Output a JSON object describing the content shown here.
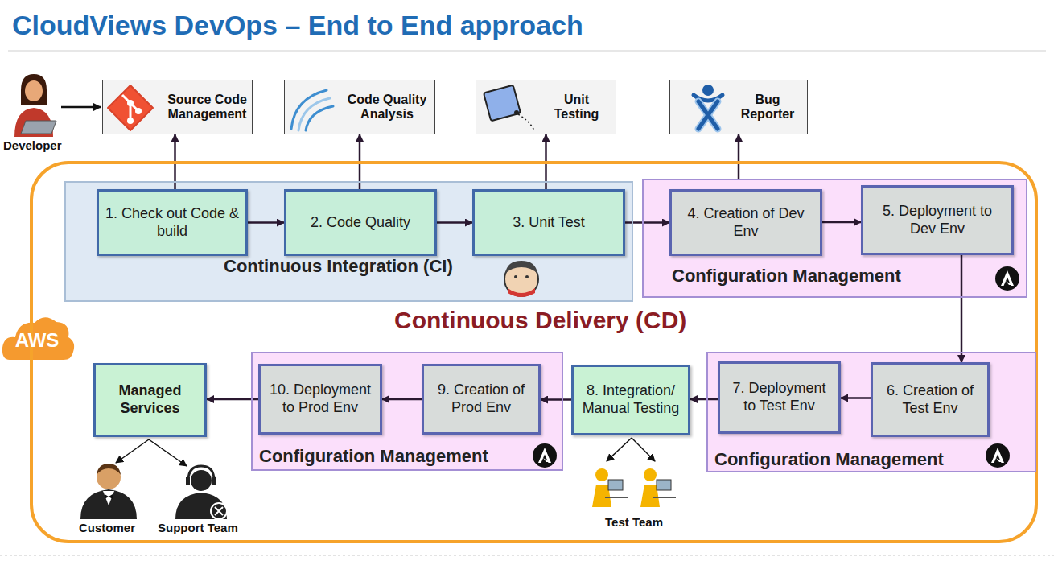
{
  "diagram": {
    "title": "CloudViews DevOps – End to End approach",
    "nodes": [
      {
        "text": [
          "Source Code Management"
        ]
      },
      {
        "text": [
          "Code Quality Analysis"
        ]
      },
      {
        "text": [
          "Unit Testing"
        ]
      },
      {
        "text": [
          "Bug Reporter"
        ]
      },
      {
        "text": [
          "Continuous Delivery (CD)"
        ]
      },
      {
        "text": [
          "Continuous Integration (CI)"
        ],
        "in": 4
      },
      {
        "text": [
          "1. Check out Code & build"
        ],
        "in": 5
      },
      {
        "text": [
          "2. Code Quality"
        ],
        "in": 5
      },
      {
        "text": [
          "3. Unit Test"
        ],
        "in": 5
      },
      {
        "text": [
          "Configuration Management"
        ],
        "in": 4
      },
      {
        "text": [
          "4. Creation of Dev Env"
        ],
        "in": 9
      },
      {
        "text": [
          "5. Deployment to Dev Env"
        ],
        "in": 9
      },
      {
        "text": [
          "Managed Services"
        ],
        "in": 4
      },
      {
        "text": [
          "Configuration Management"
        ],
        "in": 4
      },
      {
        "text": [
          "10. Deployment to Prod Env"
        ],
        "in": 13
      },
      {
        "text": [
          "9. Creation of Prod Env"
        ],
        "in": 13
      },
      {
        "text": [
          "8. Integration/ Manual Testing"
        ],
        "in": 4
      },
      {
        "text": [
          "Configuration Management"
        ],
        "in": 4
      },
      {
        "text": [
          "7. Deployment to Test Env"
        ],
        "in": 17
      },
      {
        "text": [
          "6. Creation of Test Env"
        ],
        "in": 17
      }
    ],
    "edges": [
      {
        "from": 6,
        "to": 0,
        "arrow": "to"
      },
      {
        "from": 7,
        "to": 1,
        "arrow": "to"
      },
      {
        "from": 8,
        "to": 2,
        "arrow": "to"
      },
      {
        "from": 9,
        "to": 3,
        "arrow": "to"
      },
      {
        "from": 6,
        "to": 7,
        "arrow": "to"
      },
      {
        "from": 7,
        "to": 8,
        "arrow": "to"
      },
      {
        "from": 8,
        "to": 10,
        "arrow": "to"
      },
      {
        "from": 10,
        "to": 11,
        "arrow": "to"
      },
      {
        "from": 11,
        "to": 19,
        "arrow": "to"
      },
      {
        "from": 19,
        "to": 18,
        "arrow": "to"
      },
      {
        "from": 18,
        "to": 16,
        "arrow": "to"
      },
      {
        "from": 16,
        "to": 15,
        "arrow": "to"
      },
      {
        "from": 15,
        "to": 14,
        "arrow": "to"
      },
      {
        "from": 14,
        "to": 12,
        "arrow": "to"
      }
    ],
    "labels": [
      "Developer",
      "AWS",
      "Test Team",
      "Customer",
      "Support Team"
    ]
  }
}
